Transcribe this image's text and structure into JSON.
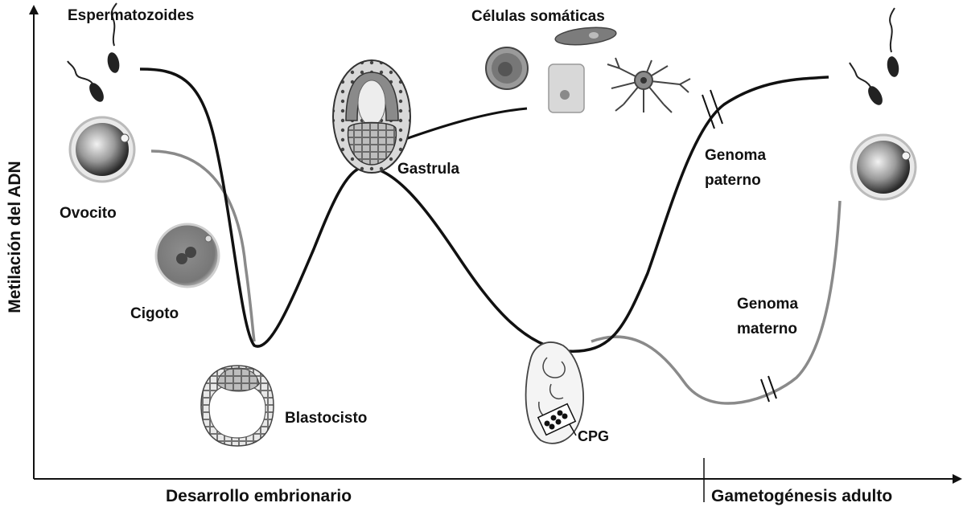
{
  "axes": {
    "y_label": "Metilación del ADN",
    "x_label_left": "Desarrollo embrionario",
    "x_label_right": "Gametogénesis adulto"
  },
  "labels": {
    "espermatozoides": "Espermatozoides",
    "celulas_somaticas": "Células somáticas",
    "ovocito": "Ovocito",
    "cigoto": "Cigoto",
    "blastocisto": "Blastocisto",
    "gastrula": "Gastrula",
    "cpg": "CPG",
    "genoma_paterno_1": "Genoma",
    "genoma_paterno_2": "paterno",
    "genoma_materno_1": "Genoma",
    "genoma_materno_2": "materno"
  },
  "colors": {
    "paternal_line": "#111111",
    "maternal_line": "#8a8a8a",
    "axis": "#111111"
  },
  "icons": {
    "sperm": "sperm-icon",
    "oocyte": "oocyte-icon",
    "zygote": "zygote-icon",
    "blastocyst": "blastocyst-icon",
    "gastrula": "gastrula-icon",
    "embryo": "embryo-icon",
    "somatic_cells": "somatic-cells-icon"
  }
}
